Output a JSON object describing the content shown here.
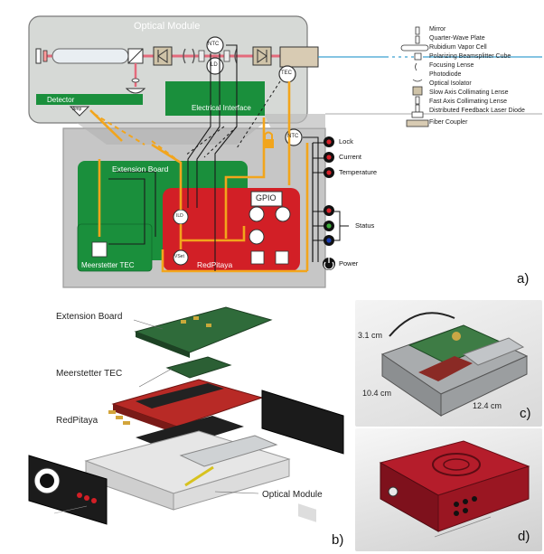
{
  "panel_a": {
    "optical_module_title": "Optical Module",
    "detector_label": "Detector",
    "amp_label": "Amp",
    "electrical_interface_label": "Electrical Interface",
    "ntc_label": "NTC",
    "ld_label": "LD",
    "tec_label": "TEC",
    "ntc_label_2": "NTC",
    "extension_board_label": "Extension Board",
    "meerstetter_label": "Meerstetter TEC",
    "redpitaya_label": "RedPitaya",
    "gpio_label": "GPIO",
    "vset_label": "VSet",
    "ild_label": "ILD",
    "controls": [
      "Lock",
      "Current",
      "Temperature"
    ],
    "status_label": "Status",
    "power_label": "Power",
    "panel_letter": "a)",
    "legend": [
      "Mirror",
      "Quarter-Wave Plate",
      "Rubidium Vapor Cell",
      "Polarizing Beamsplitter Cube",
      "Focusing Lense",
      "Photodiode",
      "Optical Isolator",
      "Slow Axis Collimating Lense",
      "Fast Axis Collimating Lense",
      "Distributed Feedback Laser Diode",
      "Fiber Coupler"
    ],
    "status_colors": [
      "#d9232b",
      "#3fae3a",
      "#1c3fb5"
    ],
    "accent_colors": {
      "green": "#1a8f3c",
      "red": "#d21f26",
      "orange": "#f2a51c",
      "gray": "#c9c9c9"
    }
  },
  "panel_b": {
    "labels": [
      "Extension Board",
      "Meerstetter TEC",
      "RedPitaya",
      "Optical Module"
    ],
    "panel_letter": "b)"
  },
  "panel_c": {
    "dims": [
      "3.1 cm",
      "10.4 cm",
      "12.4 cm"
    ],
    "panel_letter": "c)"
  },
  "panel_d": {
    "panel_letter": "d)"
  }
}
